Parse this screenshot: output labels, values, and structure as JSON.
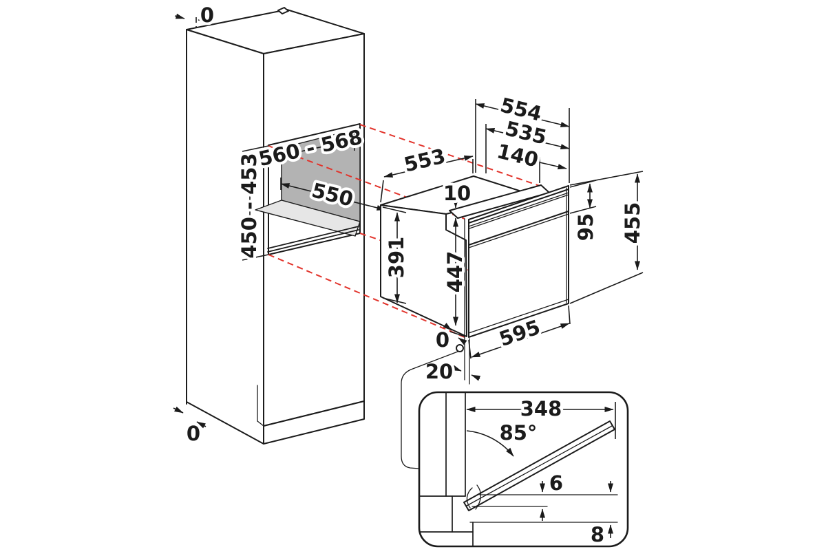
{
  "colors": {
    "line": "#1b1b1b",
    "red": "#e2332b",
    "panel_dark": "#b3b3b3",
    "panel_light": "#e6e6e6",
    "background": "#ffffff"
  },
  "labels": {
    "cabinet": {
      "top_flush": "0",
      "bottom_flush": "0"
    },
    "niche": {
      "width": "560 - 568",
      "depth": "550",
      "height": "450 - 453"
    },
    "oven": {
      "cutout_width": "554",
      "inner_width": "535",
      "front_depth": "140",
      "top_depth": "553",
      "top_step": "10",
      "body_height": "391",
      "front_height": "447",
      "panel_height": "95",
      "overall_height": "455",
      "overall_width": "595",
      "bottom_gap": "0",
      "front_offset": "20"
    },
    "door_detail": {
      "projection": "348",
      "opening_angle": "85°",
      "upper_gap": "6",
      "lower_gap": "8"
    }
  }
}
